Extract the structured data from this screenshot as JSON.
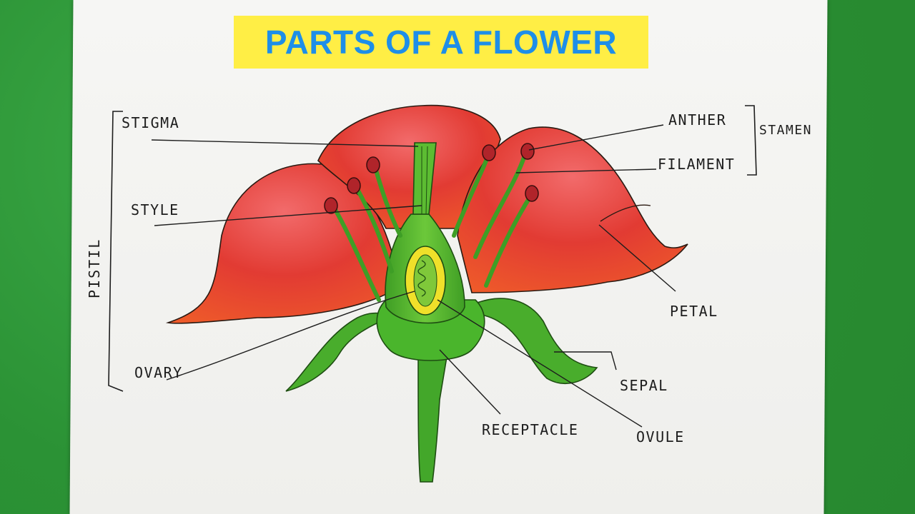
{
  "title": "PARTS OF A FLOWER",
  "labels": {
    "stigma": "STIGMA",
    "style": "STYLE",
    "pistil": "PISTIL",
    "ovary": "OVARY",
    "anther": "ANTHER",
    "filament": "FILAMENT",
    "stamen": "STAMEN",
    "petal": "PETAL",
    "sepal": "SEPAL",
    "receptacle": "RECEPTACLE",
    "ovule": "OVULE"
  },
  "colors": {
    "background": "#2f9a3a",
    "paper": "#f4f4f2",
    "title_highlight": "#ffee45",
    "title_text": "#1e8ee8",
    "petal": "#e53b30",
    "petal_edge": "#f26a3a",
    "green_part": "#4fb52c",
    "ovary_fill": "#f0e02a",
    "anther": "#b0242a"
  }
}
